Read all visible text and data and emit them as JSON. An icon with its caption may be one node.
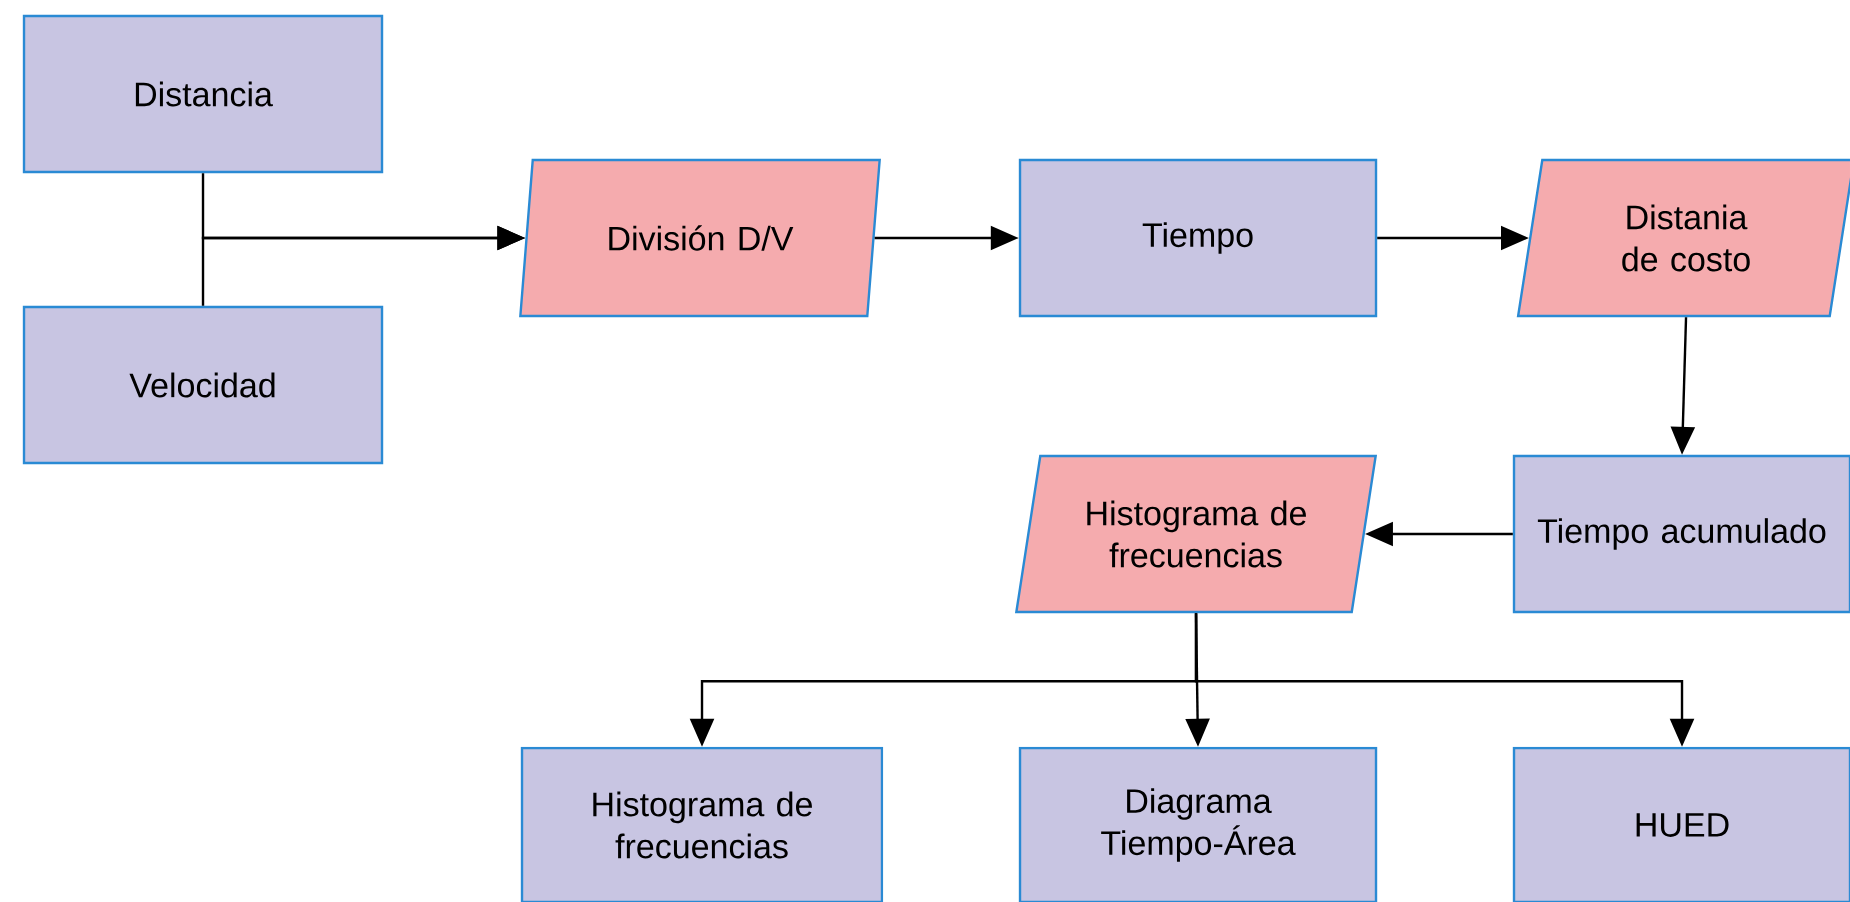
{
  "diagram": {
    "nodes": [
      {
        "text": [
          "Distancia"
        ]
      },
      {
        "text": [
          "Velocidad"
        ]
      },
      {
        "text": [
          "División D/V"
        ]
      },
      {
        "text": [
          "Tiempo"
        ]
      },
      {
        "text": [
          "Distania de costo"
        ]
      },
      {
        "text": [
          "Tiempo acumulado"
        ]
      },
      {
        "text": [
          "Histograma de frecuencias"
        ]
      },
      {
        "text": [
          "Histograma de frecuencias"
        ]
      },
      {
        "text": [
          "Diagrama Tiempo-Área"
        ]
      },
      {
        "text": [
          "HUED"
        ]
      }
    ],
    "edges": [
      {
        "from": 0,
        "to": 2,
        "arrow": "to"
      },
      {
        "from": 1,
        "to": 2,
        "arrow": "to"
      },
      {
        "from": 2,
        "to": 3,
        "arrow": "to"
      },
      {
        "from": 3,
        "to": 4,
        "arrow": "to"
      },
      {
        "from": 4,
        "to": 5,
        "arrow": "to"
      },
      {
        "from": 5,
        "to": 6,
        "arrow": "to"
      },
      {
        "from": 6,
        "to": 7,
        "arrow": "to"
      },
      {
        "from": 6,
        "to": 8,
        "arrow": "to"
      },
      {
        "from": 6,
        "to": 9,
        "arrow": "to"
      }
    ]
  }
}
